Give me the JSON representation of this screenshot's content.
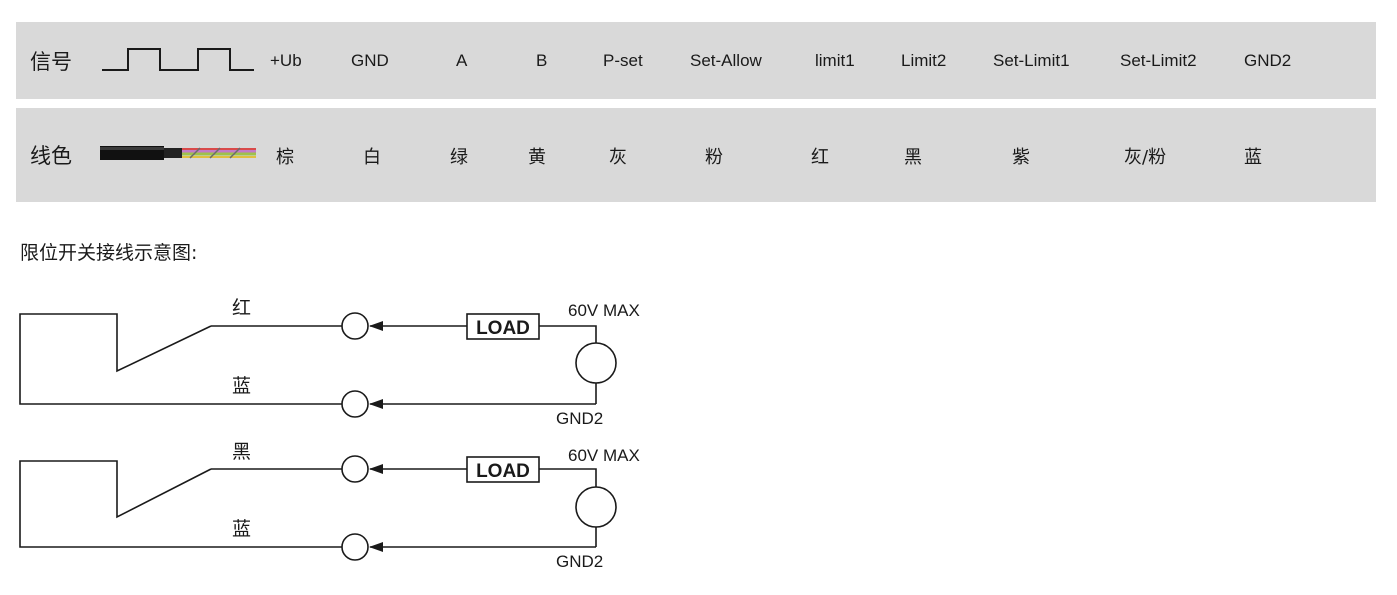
{
  "signal_row": {
    "title": "信号",
    "waveform_icon": "square-wave-icon",
    "items": [
      "+Ub",
      "GND",
      "A",
      "B",
      "P-set",
      "Set-Allow",
      "limit1",
      "Limit2",
      "Set-Limit1",
      "Set-Limit2",
      "GND2"
    ]
  },
  "color_row": {
    "title": "线色",
    "cable_icon": "cable-icon",
    "items": [
      "棕",
      "白",
      "绿",
      "黄",
      "灰",
      "粉",
      "红",
      "黑",
      "紫",
      "灰/粉",
      "蓝"
    ]
  },
  "wiring": {
    "title": "限位开关接线示意图:",
    "circuits": [
      {
        "top_wire_label": "红",
        "bottom_wire_label": "蓝",
        "load_label": "LOAD",
        "supply_label": "60V MAX",
        "ground_label": "GND2"
      },
      {
        "top_wire_label": "黑",
        "bottom_wire_label": "蓝",
        "load_label": "LOAD",
        "supply_label": "60V MAX",
        "ground_label": "GND2"
      }
    ]
  },
  "colors": {
    "band": "#d9d9d9",
    "line": "#1a1a1a",
    "text": "#1a1a1a"
  }
}
